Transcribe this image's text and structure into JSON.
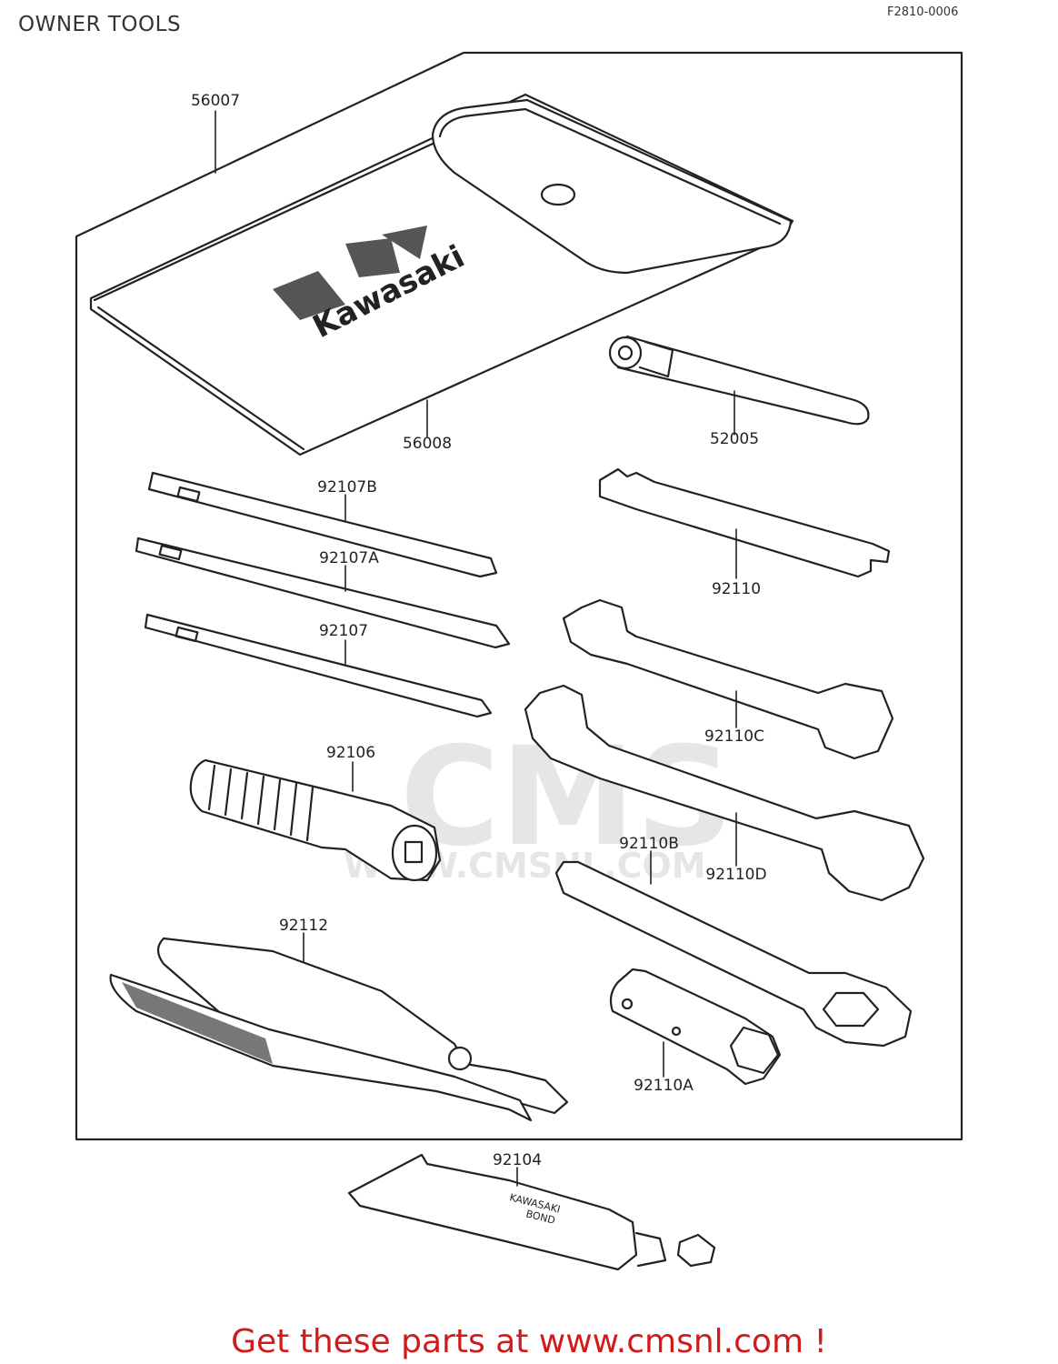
{
  "header": {
    "title": "OWNER TOOLS",
    "figure_code": "F2810-0006"
  },
  "brand": {
    "pouch_logo": "Kawasaki",
    "bond_label_1": "KAWASAKI",
    "bond_label_2": "BOND"
  },
  "watermark": {
    "logo": "CMS",
    "url": "WWW.CMSNL.COM"
  },
  "parts": [
    {
      "id": "56007",
      "label": "56007",
      "name": "tool pouch"
    },
    {
      "id": "56008",
      "label": "56008",
      "name": "tool bag"
    },
    {
      "id": "52005",
      "label": "52005",
      "name": "spoke wrench"
    },
    {
      "id": "92107B",
      "label": "92107B",
      "name": "screwdriver phillips"
    },
    {
      "id": "92107A",
      "label": "92107A",
      "name": "screwdriver flat"
    },
    {
      "id": "92107",
      "label": "92107",
      "name": "screwdriver"
    },
    {
      "id": "92110",
      "label": "92110",
      "name": "wrench"
    },
    {
      "id": "92110C",
      "label": "92110C",
      "name": "open end wrench"
    },
    {
      "id": "92110D",
      "label": "92110D",
      "name": "open end wrench large"
    },
    {
      "id": "92106",
      "label": "92106",
      "name": "screwdriver handle"
    },
    {
      "id": "92110B",
      "label": "92110B",
      "name": "box wrench"
    },
    {
      "id": "92112",
      "label": "92112",
      "name": "pliers"
    },
    {
      "id": "92110A",
      "label": "92110A",
      "name": "spark plug wrench"
    },
    {
      "id": "92104",
      "label": "92104",
      "name": "bond tube"
    }
  ],
  "footer": {
    "cta": "Get these parts at www.cmsnl.com !"
  },
  "colors": {
    "cta": "#d11a1a",
    "line": "#222222",
    "watermark": "#e6e6e6"
  }
}
